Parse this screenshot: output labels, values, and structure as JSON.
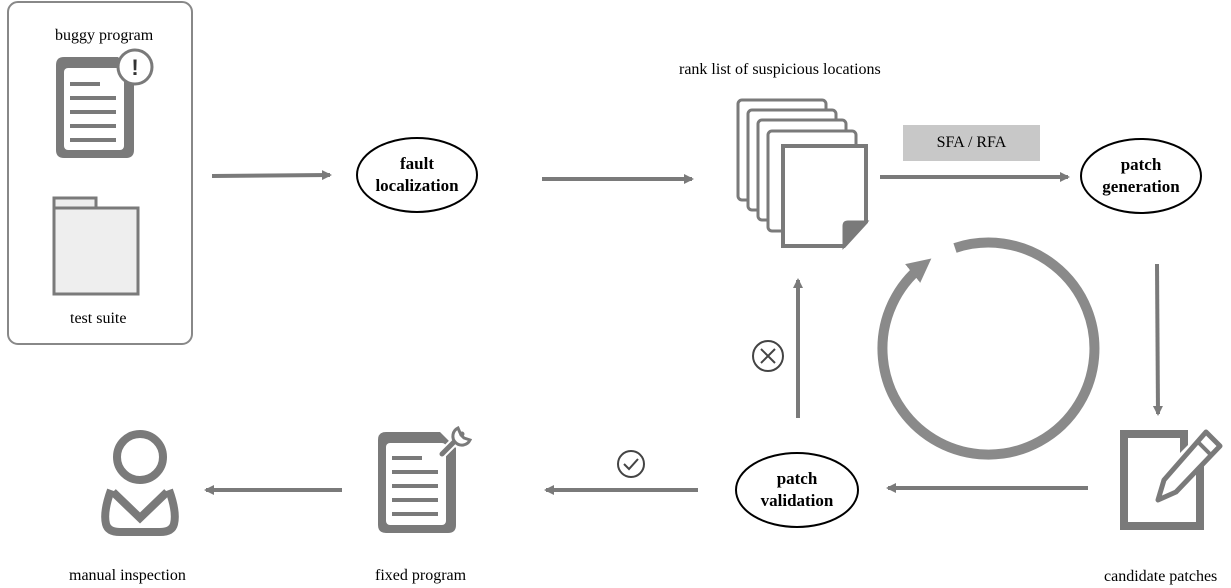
{
  "input_box": {
    "program_label": "buggy program",
    "suite_label": "test suite"
  },
  "nodes": {
    "fault_localization": [
      "fault",
      "localization"
    ],
    "patch_generation": [
      "patch",
      "generation"
    ],
    "patch_validation": [
      "patch",
      "validation"
    ]
  },
  "labels": {
    "rank_list": "rank list of suspicious locations",
    "strategy": "SFA / RFA",
    "candidate_patches": "candidate patches",
    "fixed_program": "fixed program",
    "manual_inspection": "manual inspection"
  },
  "icons": {
    "buggy_program": "document-exclamation-icon",
    "test_suite": "folder-icon",
    "rank_list": "stacked-pages-icon",
    "candidate_patches": "edit-pencil-icon",
    "fixed_program": "document-wrench-icon",
    "manual_inspection": "person-icon",
    "rejected": "cross-circle-icon",
    "accepted": "check-circle-icon",
    "loop": "circular-arrow-icon"
  },
  "colors": {
    "stroke": "#7a7a7a",
    "badge": "#c8c8c8",
    "folder_fill": "#eeeeee"
  }
}
